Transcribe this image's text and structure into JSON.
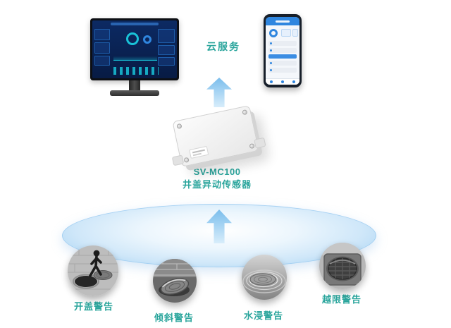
{
  "cloud": {
    "label": "云服务"
  },
  "device": {
    "model": "SV-MC100",
    "name": "井盖异动传感器"
  },
  "warnings": [
    {
      "label": "开盖警告",
      "photo": "open-cover"
    },
    {
      "label": "倾斜警告",
      "photo": "tilt"
    },
    {
      "label": "水浸警告",
      "photo": "flood"
    },
    {
      "label": "越限警告",
      "photo": "over-limit"
    }
  ],
  "colors": {
    "accent_teal": "#2AA59C",
    "arrow_blue": "#7ABDEC",
    "platform_blue": "#A9D4F3"
  }
}
